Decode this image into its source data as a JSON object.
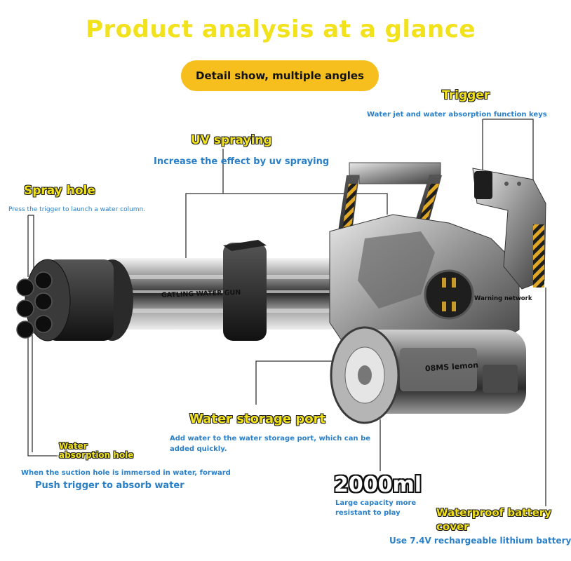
{
  "title": "Product analysis at a glance",
  "subtitle_pill": "Detail show, multiple angles",
  "callouts": {
    "trigger": {
      "title": "Trigger",
      "desc": "Water jet and water absorption function keys"
    },
    "uv": {
      "title": "UV spraying",
      "desc": "Increase the effect by uv spraying"
    },
    "spray_hole": {
      "title": "Spray hole",
      "desc": "Press the trigger to launch a water column."
    },
    "storage": {
      "title": "Water storage port",
      "desc": "Add water to the water storage port, which can be added quickly."
    },
    "absorption": {
      "title": "Water absorption hole",
      "desc1": "When the suction hole is immersed in water, forward",
      "desc2": "Push trigger to absorb water"
    },
    "capacity": {
      "value": "2000ml",
      "desc": "Large capacity more resistant to play"
    },
    "battery": {
      "title": "Waterproof battery cover",
      "desc": "Use 7.4V rechargeable lithium battery"
    }
  },
  "gun_labels": {
    "barrel": "GATLING WATER GUN",
    "tank": "08MS lemon",
    "warning": "Warning network"
  },
  "colors": {
    "title_yellow": "#f2e21c",
    "pill_orange": "#f6bf1e",
    "caption_blue": "#2a80c8"
  }
}
